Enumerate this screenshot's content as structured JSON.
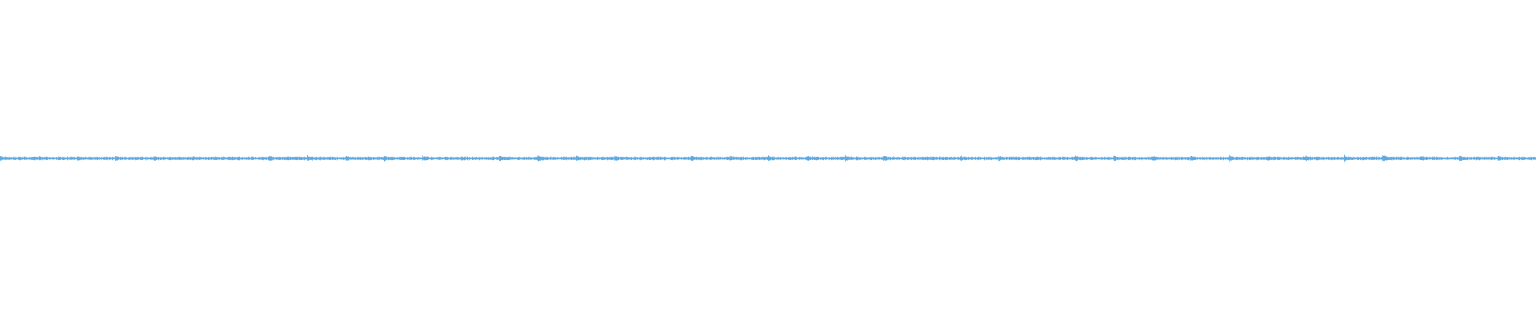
{
  "waveform": {
    "color": "#5fa8e0",
    "baseline_amplitude": 0.05,
    "peak_amplitudes": [
      0.09,
      0.07,
      0.08,
      0.1,
      0.09,
      0.08,
      0.07,
      0.1,
      0.09,
      0.08,
      0.1,
      0.09,
      0.08,
      0.09,
      0.11,
      0.09,
      0.08,
      0.07,
      0.09,
      0.08,
      0.1,
      0.09,
      0.12,
      0.1,
      0.08,
      0.09,
      0.1,
      0.08,
      0.09,
      0.1,
      0.1,
      0.09,
      0.1,
      0.08,
      0.09,
      0.1,
      0.11,
      0.09,
      0.1,
      0.08
    ]
  }
}
